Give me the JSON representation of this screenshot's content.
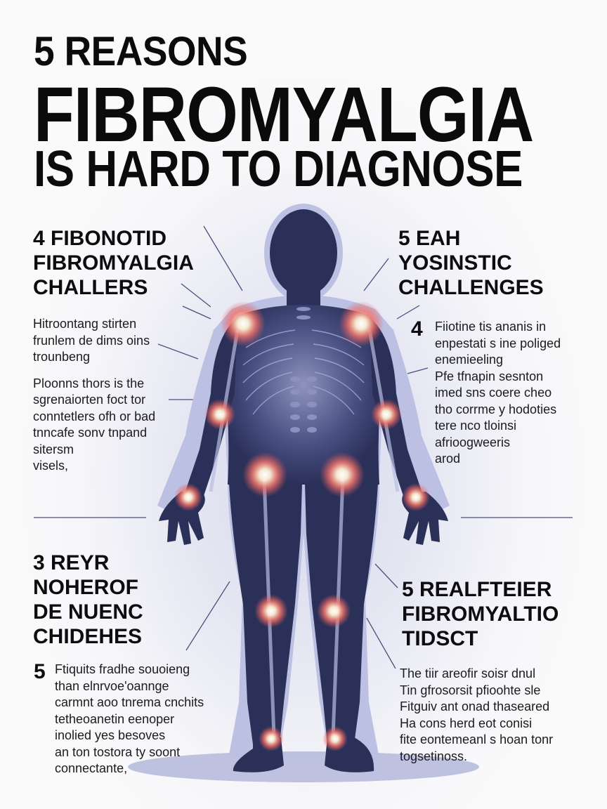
{
  "header": {
    "line1": "5 REASONS",
    "line2": "FIBROMYALGIA",
    "line3": "IS HARD TO DIAGNOSE"
  },
  "sections": {
    "top_left": {
      "heading": [
        "4 FIBONOTID",
        "FIBROMYALGIA",
        "CHALLERS"
      ],
      "paragraph1": [
        "Hitroontang stirten",
        "frunlem de dims oins",
        "trounbeng"
      ],
      "paragraph2": [
        "Ploonns  thors is  the",
        "sgrenaiorten  foct tor",
        "conntetlers ofh or bad",
        "tnncafe sonv tnpand",
        "sitersm",
        "visels,"
      ]
    },
    "top_right": {
      "heading": [
        "5 EAH",
        "YOSINSTIC",
        "CHALLENGES"
      ],
      "number": "4",
      "paragraph1": [
        "Fiiotine tis ananis in",
        "enpestati s ine poliged",
        "enemieeling"
      ],
      "paragraph2": [
        "Pfe tfnapin sesnton",
        "imed sns coere cheo",
        "tho corrme y hodoties",
        "tere nco tloinsi",
        "afrioogweeris",
        "arod"
      ]
    },
    "bottom_left": {
      "heading": [
        "3 REYR",
        "NOHEROF",
        "DE NUENC",
        "CHIDEHES"
      ],
      "number": "5",
      "paragraph": [
        "Ftiquits fradhe souoieng",
        "than elnrvoe'oannge",
        "carmnt aoo tnrema cnchits",
        "tetheoanetin eenoper",
        "inolied yes besoves",
        "an ton tostora ty soont",
        "connectante,"
      ]
    },
    "bottom_right": {
      "heading": [
        "5 REALFTEIER",
        "FIBROMYALTIO",
        "TIDSCT"
      ],
      "paragraph": [
        "The tiir areofir soisr dnul",
        "Tin gfrosorsit pfioohte sle",
        "Fitguiv ant onad thaseared",
        "Ha cons herd eot conisi",
        "fite eontemeanl s hoan tonr",
        "togsetinoss."
      ]
    }
  },
  "figure": {
    "icon": "human-body-pain-points-icon",
    "pain_points": [
      "left-shoulder",
      "right-shoulder",
      "left-elbow",
      "right-elbow",
      "left-wrist",
      "right-wrist",
      "left-hip",
      "right-hip",
      "left-knee",
      "right-knee",
      "left-ankle",
      "right-ankle"
    ],
    "colors": {
      "body": "#2a3058",
      "outline": "#b8bde0",
      "pain_red": "#e8545a",
      "pain_glow": "#fff4dc",
      "leader_line": "#4a5080"
    }
  }
}
